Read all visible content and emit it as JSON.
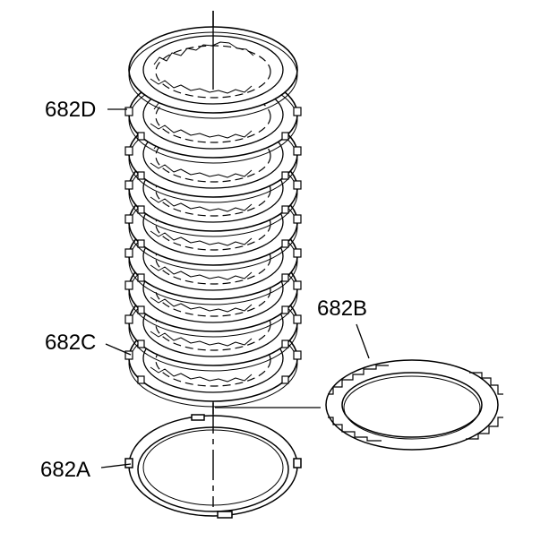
{
  "diagram": {
    "callouts": {
      "d": "682D",
      "c": "682C",
      "b": "682B",
      "a": "682A"
    },
    "colors": {
      "ink": "#000000",
      "paper": "#ffffff"
    }
  }
}
